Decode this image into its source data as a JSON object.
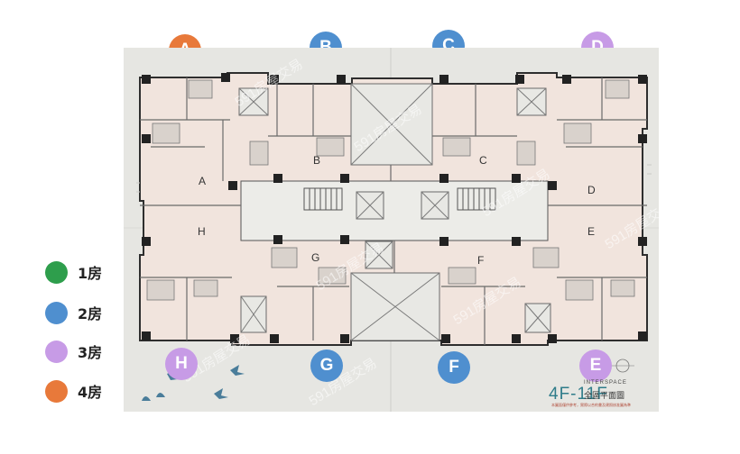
{
  "markers": [
    {
      "letter": "A",
      "color": "#e8793a"
    },
    {
      "letter": "B",
      "color": "#4f8fcf"
    },
    {
      "letter": "C",
      "color": "#4f8fcf"
    },
    {
      "letter": "D",
      "color": "#c79be6"
    },
    {
      "letter": "H",
      "color": "#c79be6"
    },
    {
      "letter": "G",
      "color": "#4f8fcf"
    },
    {
      "letter": "F",
      "color": "#4f8fcf"
    },
    {
      "letter": "E",
      "color": "#c79be6"
    }
  ],
  "legend": [
    {
      "label": "1房",
      "color": "#2e9e4c"
    },
    {
      "label": "2房",
      "color": "#4f8fcf"
    },
    {
      "label": "3房",
      "color": "#c79be6"
    },
    {
      "label": "4房",
      "color": "#e8793a"
    }
  ],
  "plan": {
    "unit_letters": [
      "A",
      "B",
      "C",
      "D",
      "E",
      "F",
      "G",
      "H"
    ],
    "watermark": "591房屋交易",
    "floor_range": "4F-11F",
    "subtitle": "INTERSPACE",
    "floor_name": "全區平面圖",
    "fine_print": "本圖面僅供參考，實際以合約書及建照核准圖為準"
  }
}
